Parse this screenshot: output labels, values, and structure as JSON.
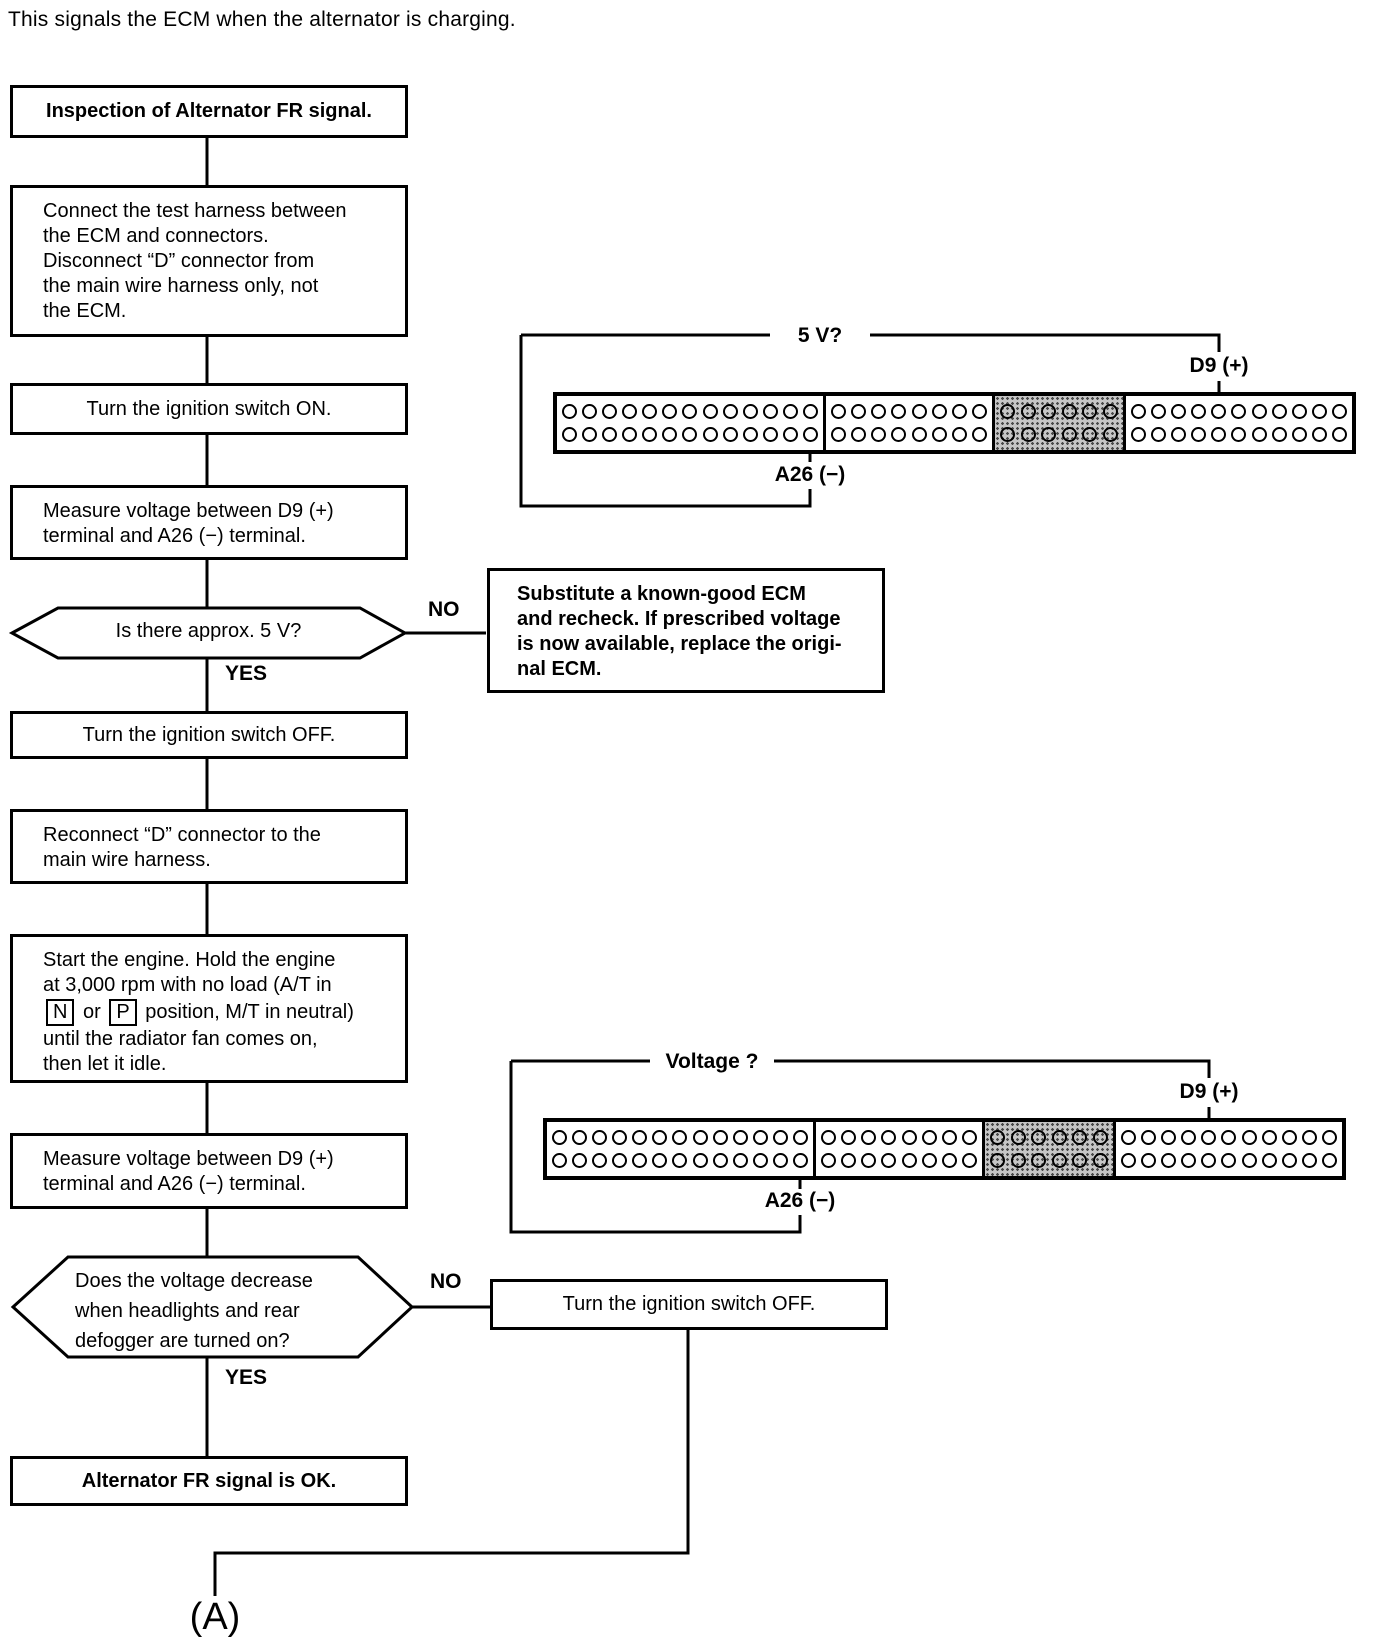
{
  "page": {
    "intro": "This signals the ECM when the alternator is charging."
  },
  "flowchart": {
    "title_box": "Inspection of Alternator FR signal.",
    "boxes": {
      "connect_harness": "Connect the test harness between\nthe ECM and connectors.\nDisconnect “D” connector from\nthe main wire harness only, not\nthe ECM.",
      "ignition_on": "Turn the ignition switch ON.",
      "measure_voltage": "Measure voltage between D9 (+)\nterminal and A26 (−) terminal.",
      "ignition_off": "Turn the ignition switch OFF.",
      "reconnect_connector": "Reconnect “D” connector to the\nmain wire harness.",
      "start_engine": {
        "before": "Start the engine. Hold the engine\nat 3,000 rpm with no load (A/T in",
        "n": "N",
        "mid": " or ",
        "p": "P",
        "line_rest": " position, M/T in neutral)",
        "after": "until the radiator fan comes on,\nthen let it idle."
      },
      "measure_voltage_2": "Measure voltage between D9 (+)\nterminal and A26 (−) terminal.",
      "alternator_ok": "Alternator FR signal is OK."
    },
    "decisions": {
      "approx_5v": "Is there approx. 5 V?",
      "voltage_decrease": "Does the voltage decrease\nwhen headlights and rear\ndefogger are turned on?"
    },
    "no_actions": {
      "substitute_ecm": "Substitute a known-good ECM\nand recheck. If prescribed voltage\nis now available, replace the origi-\nnal ECM.",
      "ignition_off_2": "Turn the ignition switch OFF."
    },
    "branch_labels": {
      "yes": "YES",
      "no": "NO"
    },
    "off_page_ref": "(A)"
  },
  "connector_diagrams": [
    {
      "question": "5 V?",
      "positive_terminal": "D9 (+)",
      "negative_terminal": "A26 (−)"
    },
    {
      "question": "Voltage ?",
      "positive_terminal": "D9 (+)",
      "negative_terminal": "A26 (−)"
    }
  ],
  "connector_layout": {
    "rows": 2,
    "segments_pins": [
      13,
      8,
      6,
      11
    ],
    "shaded_segment_index": 2
  },
  "colors": {
    "ink": "#000000",
    "paper": "#ffffff",
    "shaded_segment": "#c6c6c6"
  }
}
